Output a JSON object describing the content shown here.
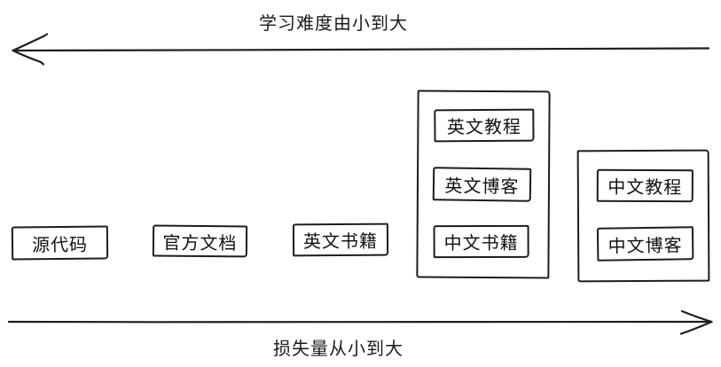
{
  "axes": {
    "top": {
      "label": "学习难度由小到大",
      "direction": "left",
      "icon": "arrow-left"
    },
    "bottom": {
      "label": "损失量从小到大",
      "direction": "right",
      "icon": "arrow-right"
    }
  },
  "standalone_boxes": [
    {
      "id": "source-code",
      "label": "源代码"
    },
    {
      "id": "official-docs",
      "label": "官方文档"
    },
    {
      "id": "english-books",
      "label": "英文书籍"
    }
  ],
  "groups": [
    {
      "id": "english-group",
      "items": [
        {
          "label": "英文教程"
        },
        {
          "label": "英文博客"
        },
        {
          "label": "中文书籍"
        }
      ]
    },
    {
      "id": "chinese-group",
      "items": [
        {
          "label": "中文教程"
        },
        {
          "label": "中文博客"
        }
      ]
    }
  ],
  "colors": {
    "stroke": "#1d1d1d",
    "text": "#111111",
    "background": "#ffffff"
  }
}
